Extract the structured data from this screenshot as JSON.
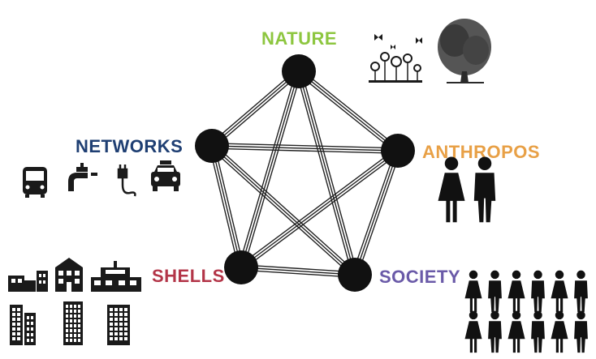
{
  "diagram": {
    "nodes": [
      {
        "id": "nature",
        "label": "NATURE",
        "color": "#8dc63f"
      },
      {
        "id": "networks",
        "label": "NETWORKS",
        "color": "#1f3f73"
      },
      {
        "id": "anthropos",
        "label": "ANTHROPOS",
        "color": "#e8a046"
      },
      {
        "id": "shells",
        "label": "SHELLS",
        "color": "#b33548"
      },
      {
        "id": "society",
        "label": "SOCIETY",
        "color": "#6a5aa8"
      }
    ],
    "edges": [
      [
        "nature",
        "networks"
      ],
      [
        "nature",
        "anthropos"
      ],
      [
        "nature",
        "shells"
      ],
      [
        "nature",
        "society"
      ],
      [
        "networks",
        "anthropos"
      ],
      [
        "networks",
        "shells"
      ],
      [
        "networks",
        "society"
      ],
      [
        "anthropos",
        "shells"
      ],
      [
        "anthropos",
        "society"
      ],
      [
        "shells",
        "society"
      ]
    ],
    "icons": {
      "nature": [
        "flowers-butterflies-icon",
        "tree-icon"
      ],
      "networks": [
        "bus-icon",
        "water-tap-icon",
        "electric-plug-icon",
        "taxi-icon"
      ],
      "anthropos": [
        "woman-icon",
        "man-icon"
      ],
      "shells": [
        "buildings-icon"
      ],
      "society": [
        "crowd-of-people-icon"
      ]
    }
  }
}
